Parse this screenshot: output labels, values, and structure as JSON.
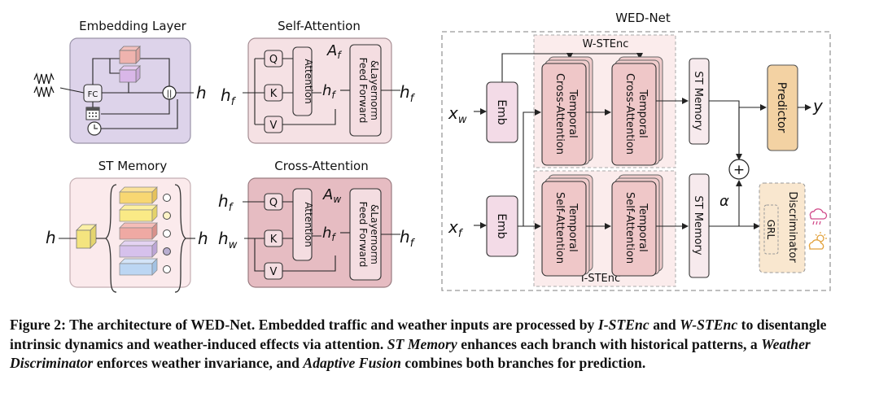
{
  "panels": {
    "embedding_title": "Embedding Layer",
    "self_attention_title": "Self-Attention",
    "st_memory_title": "ST Memory",
    "cross_attention_title": "Cross-Attention",
    "wednet_title": "WED-Net"
  },
  "blocks": {
    "fc": "FC",
    "q": "Q",
    "k": "K",
    "v": "V",
    "attention": "Attention",
    "ffn_line1": "Feed Forward",
    "ffn_line2": "&Layernorm",
    "emb": "Emb",
    "w_stenc": "W-STEnc",
    "i_stenc": "I-STEnc",
    "temporal": "Temporal",
    "cross_attention": "Cross-Attention",
    "self_attention": "Self-Attention",
    "st_memory": "ST Memory",
    "predictor": "Predictor",
    "discriminator": "Discriminator",
    "grl": "GRL",
    "plus": "+",
    "concat": "||"
  },
  "symbols": {
    "h": "h",
    "h_f": "h",
    "sub_f": "f",
    "h_w": "h",
    "sub_w": "w",
    "A_f": "A",
    "A_w": "A",
    "x_w": "x",
    "x_f": "x",
    "y": "y",
    "alpha": "α"
  },
  "caption": {
    "label": "Figure 2: The architecture of WED-Net.",
    "s1": " Embedded traffic and weather inputs are processed by ",
    "i_stenc": "I-STEnc",
    "s2": " and ",
    "w_stenc": "W-STEnc",
    "s3": " to disentangle intrinsic dynamics and weather-induced effects via attention. ",
    "st_memory": "ST Memory",
    "s4": " enhances each branch with historical patterns, a ",
    "weather_disc": "Weather Discriminator",
    "s5": " enforces weather invariance, and ",
    "adaptive_fusion": "Adaptive Fusion",
    "s6": " combines both branches for prediction."
  },
  "colors": {
    "embedding_bg": "#ddd3ea",
    "self_attention_bg": "#f5e1e4",
    "st_memory_bg": "#fbeaec",
    "cross_attention_bg": "#e6bcc2",
    "sub_block_fill": "#f4dde1",
    "encoder_fill": "#efc7c8",
    "emb_fill": "#f3dbe7",
    "predictor_fill": "#f3d2a3",
    "discriminator_fill": "#f9e7cf"
  }
}
